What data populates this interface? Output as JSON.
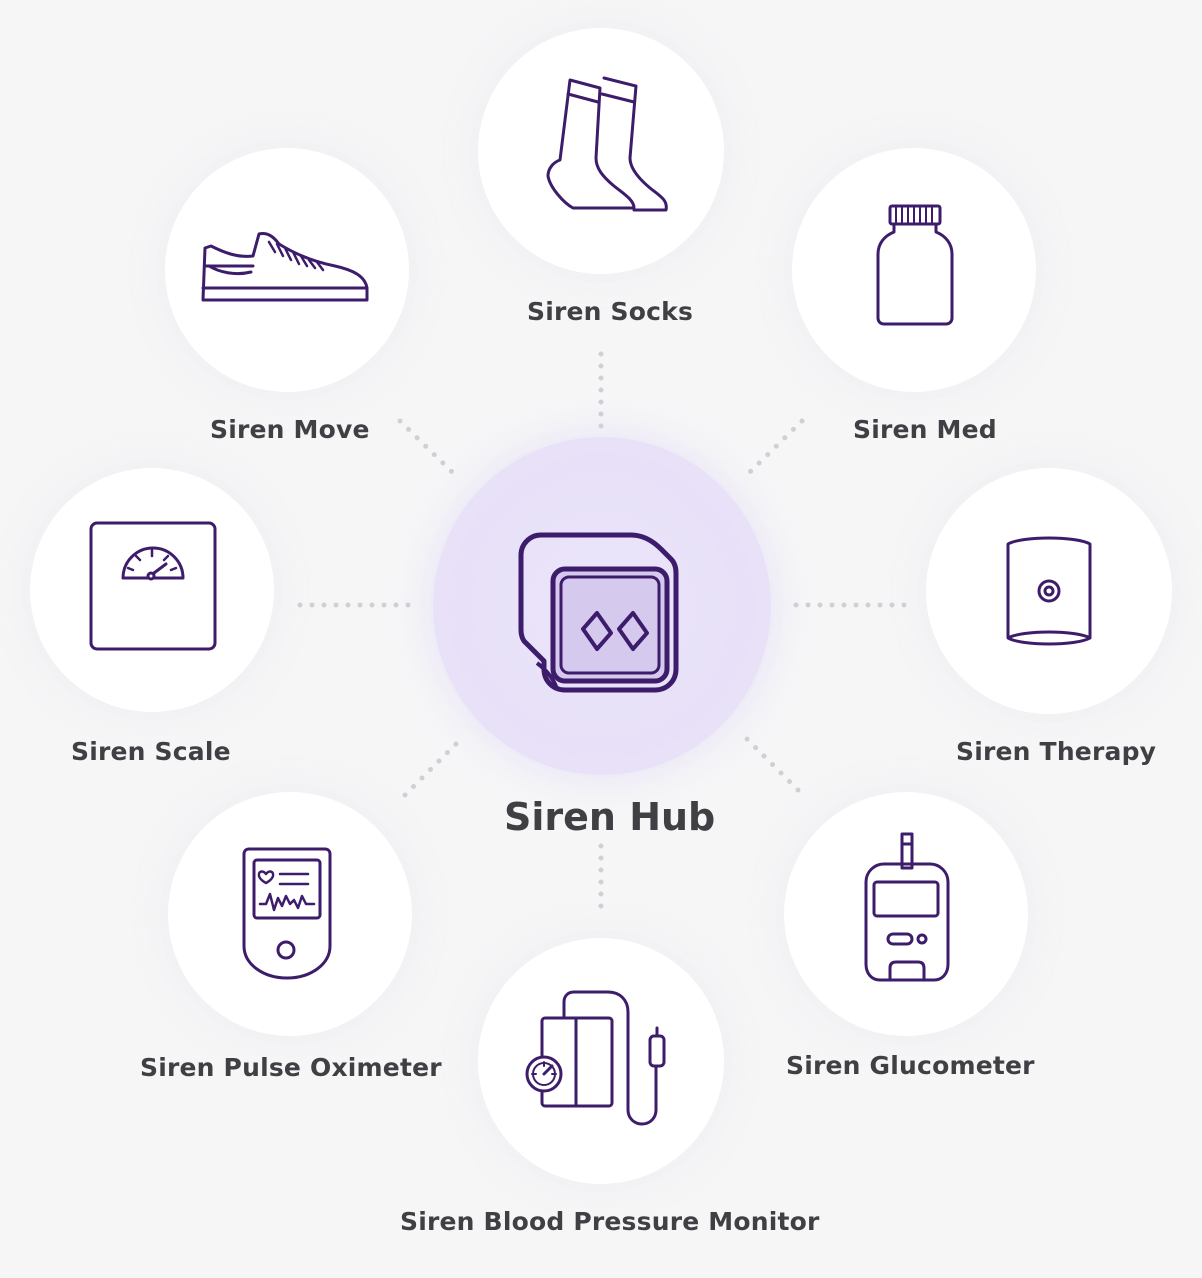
{
  "hub": {
    "label": "Siren Hub",
    "icon": "hub-device-icon"
  },
  "devices": [
    {
      "key": "socks",
      "label": "Siren Socks",
      "icon": "socks-icon"
    },
    {
      "key": "move",
      "label": "Siren Move",
      "icon": "shoe-icon"
    },
    {
      "key": "med",
      "label": "Siren Med",
      "icon": "pill-bottle-icon"
    },
    {
      "key": "scale",
      "label": "Siren Scale",
      "icon": "scale-icon"
    },
    {
      "key": "therapy",
      "label": "Siren Therapy",
      "icon": "therapy-patch-icon"
    },
    {
      "key": "pulse",
      "label": "Siren Pulse Oximeter",
      "icon": "pulse-oximeter-icon"
    },
    {
      "key": "glucometer",
      "label": "Siren Glucometer",
      "icon": "glucometer-icon"
    },
    {
      "key": "bp",
      "label": "Siren Blood Pressure Monitor",
      "icon": "blood-pressure-monitor-icon"
    }
  ],
  "colors": {
    "icon_stroke": "#3d1d6b",
    "hub_fill": "#e9e3fa",
    "hub_screen": "#d3c7ec",
    "background": "#f6f6f7",
    "label": "#3f3f44"
  }
}
